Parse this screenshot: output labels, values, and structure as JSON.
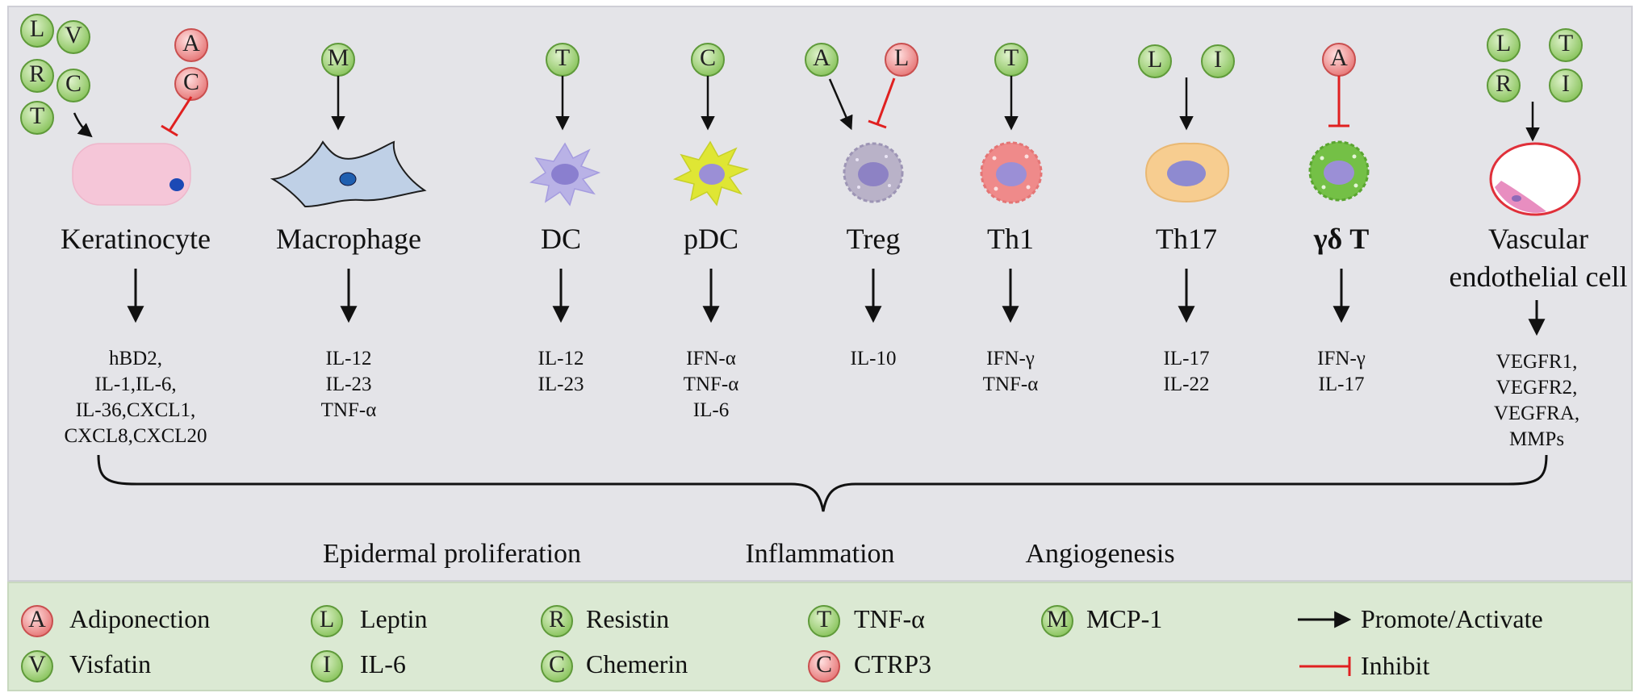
{
  "colors": {
    "background": "#e4e4e8",
    "legend_background": "#dbe9d3",
    "promote_badge": "#9ccf72",
    "inhibit_badge": "#ef9090",
    "promote_arrow": "#111111",
    "inhibit_arrow": "#e02020"
  },
  "columns": [
    {
      "id": "keratinocyte",
      "name": "Keratinocyte",
      "promoters": [
        "L",
        "V",
        "R",
        "C",
        "T"
      ],
      "inhibitors": [
        "A",
        "C"
      ],
      "products": [
        "hBD2,",
        "IL-1,IL-6,",
        "IL-36,CXCL1,",
        "CXCL8,CXCL20"
      ]
    },
    {
      "id": "macrophage",
      "name": "Macrophage",
      "promoters": [
        "M"
      ],
      "inhibitors": [],
      "products": [
        "IL-12",
        "IL-23",
        "TNF-α"
      ]
    },
    {
      "id": "dc",
      "name": "DC",
      "promoters": [
        "T"
      ],
      "inhibitors": [],
      "products": [
        "IL-12",
        "IL-23"
      ]
    },
    {
      "id": "pdc",
      "name": "pDC",
      "promoters": [
        "C"
      ],
      "inhibitors": [],
      "products": [
        "IFN-α",
        "TNF-α",
        "IL-6"
      ]
    },
    {
      "id": "treg",
      "name": "Treg",
      "promoters": [
        "A"
      ],
      "inhibitors": [
        "L"
      ],
      "products": [
        "IL-10"
      ]
    },
    {
      "id": "th1",
      "name": "Th1",
      "promoters": [
        "T"
      ],
      "inhibitors": [],
      "products": [
        "IFN-γ",
        "TNF-α"
      ]
    },
    {
      "id": "th17",
      "name": "Th17",
      "promoters": [
        "L",
        "I"
      ],
      "inhibitors": [],
      "products": [
        "IL-17",
        "IL-22"
      ]
    },
    {
      "id": "gdt",
      "name": "γδ T",
      "promoters": [],
      "inhibitors": [
        "A"
      ],
      "products": [
        "IFN-γ",
        "IL-17"
      ]
    },
    {
      "id": "vec",
      "name_lines": [
        "Vascular",
        "endothelial cell"
      ],
      "promoters": [
        "L",
        "T",
        "R",
        "I"
      ],
      "inhibitors": [],
      "products": [
        "VEGFR1,",
        "VEGFR2,",
        "VEGFRA,",
        "MMPs"
      ]
    }
  ],
  "outcomes": [
    "Epidermal proliferation",
    "Inflammation",
    "Angiogenesis"
  ],
  "legend": {
    "items": [
      {
        "letter": "A",
        "kind": "inhibit",
        "label": "Adiponection"
      },
      {
        "letter": "V",
        "kind": "promote",
        "label": "Visfatin"
      },
      {
        "letter": "L",
        "kind": "promote",
        "label": "Leptin"
      },
      {
        "letter": "I",
        "kind": "promote",
        "label": "IL-6"
      },
      {
        "letter": "R",
        "kind": "promote",
        "label": "Resistin"
      },
      {
        "letter": "C",
        "kind": "promote",
        "label": "Chemerin"
      },
      {
        "letter": "T",
        "kind": "promote",
        "label": "TNF-α"
      },
      {
        "letter": "C",
        "kind": "inhibit",
        "label": "CTRP3"
      },
      {
        "letter": "M",
        "kind": "promote",
        "label": "MCP-1"
      }
    ],
    "promote_label": "Promote/Activate",
    "inhibit_label": "Inhibit"
  }
}
